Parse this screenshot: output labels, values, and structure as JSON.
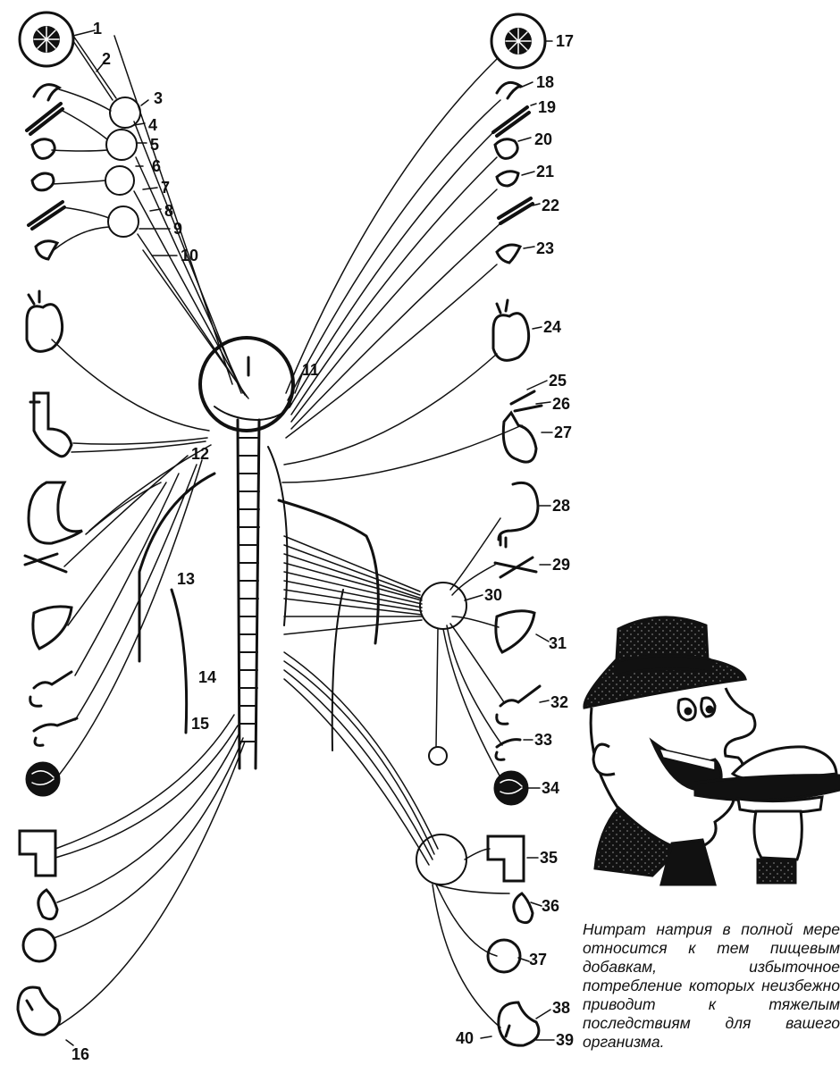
{
  "caption": "Нитрат натрия в полной мере относится к тем пищевым добавкам, избыточное потребление которых неизбежно приводит к тяжелым последствиям для вашего организма.",
  "colors": {
    "ink": "#111111",
    "paper": "#ffffff"
  },
  "labels": [
    "1",
    "2",
    "3",
    "4",
    "5",
    "6",
    "7",
    "8",
    "9",
    "10",
    "11",
    "12",
    "13",
    "14",
    "15",
    "16",
    "17",
    "18",
    "19",
    "20",
    "21",
    "22",
    "23",
    "24",
    "25",
    "26",
    "27",
    "28",
    "29",
    "30",
    "31",
    "32",
    "33",
    "34",
    "35",
    "36",
    "37",
    "38",
    "39",
    "40"
  ],
  "icons": [
    "eye-icon",
    "salivary-gland-icon",
    "vessel-icon",
    "heart-icon",
    "lung-icon",
    "stomach-icon",
    "liver-icon",
    "intestine-icon",
    "bladder-icon",
    "genitals-icon",
    "man-eating-cartoon"
  ]
}
